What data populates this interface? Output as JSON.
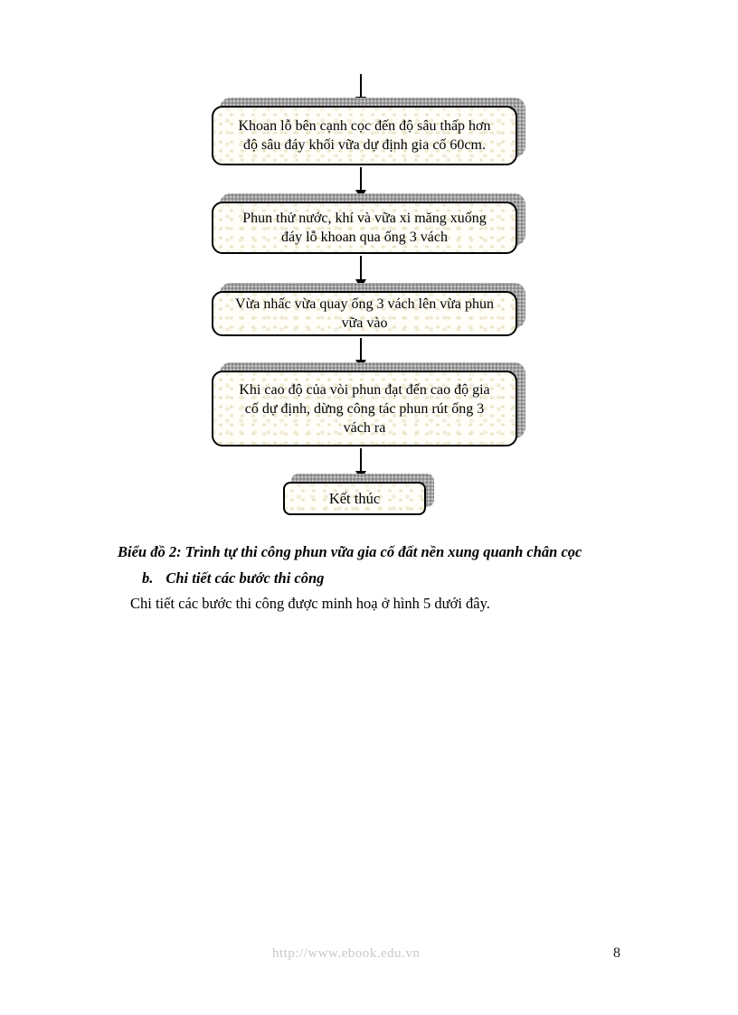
{
  "flowchart": {
    "arrow_color": "#000000",
    "shadow_color": "#a0a0a0",
    "box_border_color": "#000000",
    "box_fill_color": "#fffef8",
    "boxes": [
      {
        "id": "step-1",
        "lines": [
          "Khoan lỗ bên cạnh cọc đến độ sâu thấp hơn",
          "độ sâu đáy khối vữa dự định gia cố 60cm."
        ]
      },
      {
        "id": "step-2",
        "lines": [
          "Phun thử nước, khí và vữa xi măng xuống",
          "đáy lỗ khoan qua ống 3 vách"
        ]
      },
      {
        "id": "step-3",
        "lines": [
          "Vừa nhấc vừa quay ống 3 vách lên vừa phun",
          "vữa vào"
        ]
      },
      {
        "id": "step-4",
        "lines": [
          "Khi cao độ của vòi phun đạt đến cao độ gia",
          "cố dự định, dừng công tác phun rút ống 3",
          "vách ra"
        ]
      },
      {
        "id": "end",
        "lines": [
          "Kết thúc"
        ]
      }
    ]
  },
  "caption": {
    "text": "Biểu đồ 2: Trình tự thi công phun vữa gia cố đất nền xung quanh chân cọc"
  },
  "section": {
    "marker": "b.",
    "title": "Chi tiết các bước thi công"
  },
  "paragraph": {
    "text": "Chi tiết các bước thi công được minh hoạ ở hình 5 dưới đây."
  },
  "footer": {
    "watermark": "http://www.ebook.edu.vn",
    "page_number": "8"
  }
}
